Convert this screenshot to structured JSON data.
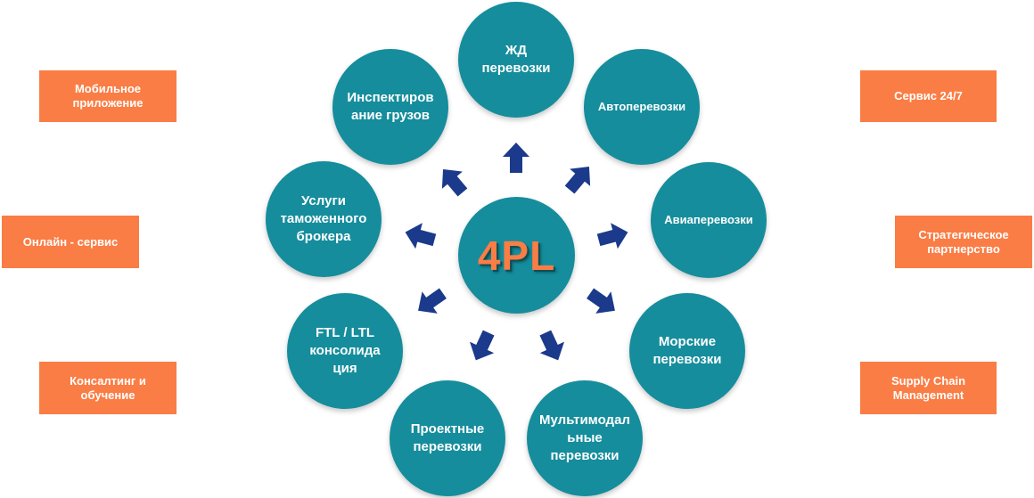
{
  "center": {
    "label": "4PL"
  },
  "services": {
    "rail": "ЖД\nперевозки",
    "auto": "Автоперевозки",
    "air": "Авиаперевозки",
    "sea": "Морские\nперевозки",
    "multimodal": "Мультимодал\nьные\nперевозки",
    "project": "Проектные\nперевозки",
    "ftl_ltl": "FTL / LTL\nконсолида\nция",
    "customs": "Услуги\nтаможенного\nброкера",
    "inspection": "Инспектиров\nание грузов"
  },
  "left_boxes": {
    "mobile_app": "Мобильное\nприложение",
    "online_service": "Онлайн - сервис",
    "consulting": "Консалтинг и\nобучение"
  },
  "right_boxes": {
    "service_24_7": "Сервис 24/7",
    "strategic_partnership": "Стратегическое\nпартнерство",
    "supply_chain": "Supply Chain\nManagement"
  },
  "colors": {
    "circle": "#158d9c",
    "box": "#fa7d45",
    "arrow": "#1b3a8c",
    "center_text": "#fa7d45"
  }
}
